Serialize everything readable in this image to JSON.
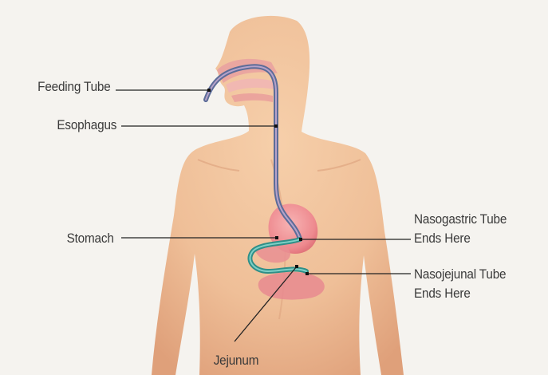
{
  "labels": {
    "feeding_tube": "Feeding Tube",
    "esophagus": "Esophagus",
    "stomach": "Stomach",
    "nasogastric_line1": "Nasogastric Tube",
    "nasogastric_line2": "Ends Here",
    "nasojejunal_line1": "Nasojejunal Tube",
    "nasojejunal_line2": "Ends Here",
    "jejunum": "Jejunum"
  },
  "colors": {
    "background": "#f5f3ef",
    "skin": "#efbf98",
    "skin_shadow": "#d99a72",
    "tube": "#6f7fa8",
    "tube_highlight": "#c7a6c6",
    "stomach": "#ee8a8f",
    "jejunum_tube": "#3fa097",
    "leader_line": "#222222"
  }
}
